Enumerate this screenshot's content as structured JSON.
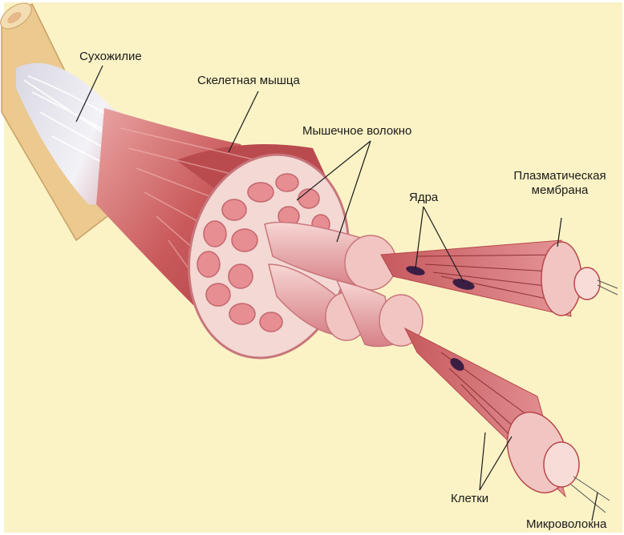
{
  "labels": {
    "tendon": "Сухожилие",
    "skeletal_muscle": "Скелетная мышца",
    "muscle_fiber": "Мышечное волокно",
    "plasma_membrane_line1": "Плазматическая",
    "plasma_membrane_line2": "мембрана",
    "nuclei": "Ядра",
    "cells": "Клетки",
    "microfibrils": "Микроволокна"
  },
  "colors": {
    "background": "#FBF3C6",
    "muscle_dark": "#B8484B",
    "muscle_mid": "#D8797A",
    "muscle_light": "#F1C6C2",
    "fiber_section": "#E68E92",
    "tendon": "#E9E7EE",
    "bone": "#EBC98F",
    "nucleus": "#3A1E44",
    "leader_line": "#1A1A1A"
  }
}
